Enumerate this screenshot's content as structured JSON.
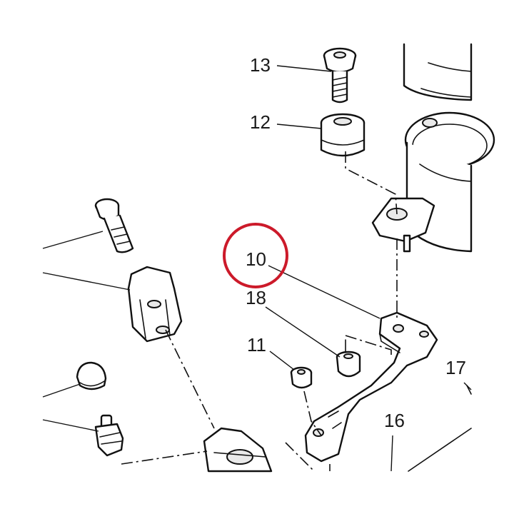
{
  "diagram": {
    "callouts": [
      {
        "id": "13",
        "label": "13"
      },
      {
        "id": "12",
        "label": "12"
      },
      {
        "id": "10",
        "label": "10"
      },
      {
        "id": "18",
        "label": "18"
      },
      {
        "id": "11",
        "label": "11"
      },
      {
        "id": "17",
        "label": "17"
      },
      {
        "id": "16",
        "label": "16"
      }
    ],
    "highlight": {
      "target": "10",
      "color": "#cc1a2a"
    }
  }
}
